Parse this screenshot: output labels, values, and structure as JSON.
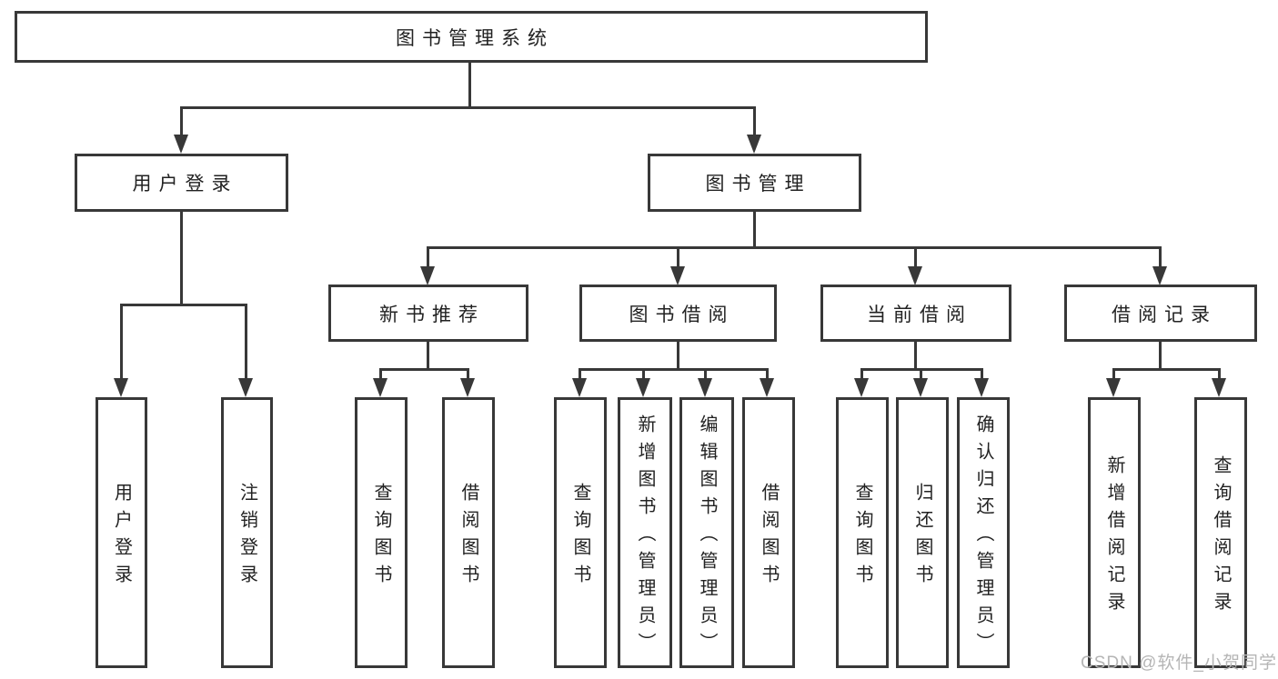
{
  "diagram": {
    "type": "hierarchy-tree",
    "root": {
      "label": "图书管理系统",
      "children": [
        {
          "label": "用户登录",
          "children": [
            {
              "label": "用户登录"
            },
            {
              "label": "注销登录"
            }
          ]
        },
        {
          "label": "图书管理",
          "children": [
            {
              "label": "新书推荐",
              "children": [
                {
                  "label": "查询图书"
                },
                {
                  "label": "借阅图书"
                }
              ]
            },
            {
              "label": "图书借阅",
              "children": [
                {
                  "label": "查询图书"
                },
                {
                  "label": "新增图书（管理员）"
                },
                {
                  "label": "编辑图书（管理员）"
                },
                {
                  "label": "借阅图书"
                }
              ]
            },
            {
              "label": "当前借阅",
              "children": [
                {
                  "label": "查询图书"
                },
                {
                  "label": "归还图书"
                },
                {
                  "label": "确认归还（管理员）"
                }
              ]
            },
            {
              "label": "借阅记录",
              "children": [
                {
                  "label": "新增借阅记录"
                },
                {
                  "label": "查询借阅记录"
                }
              ]
            }
          ]
        }
      ]
    }
  },
  "watermark": {
    "text": "CSDN @软件_小贺同学"
  },
  "colors": {
    "line": "#383838",
    "text": "#222222",
    "background": "#ffffff",
    "watermark": "#b5b5b5"
  }
}
